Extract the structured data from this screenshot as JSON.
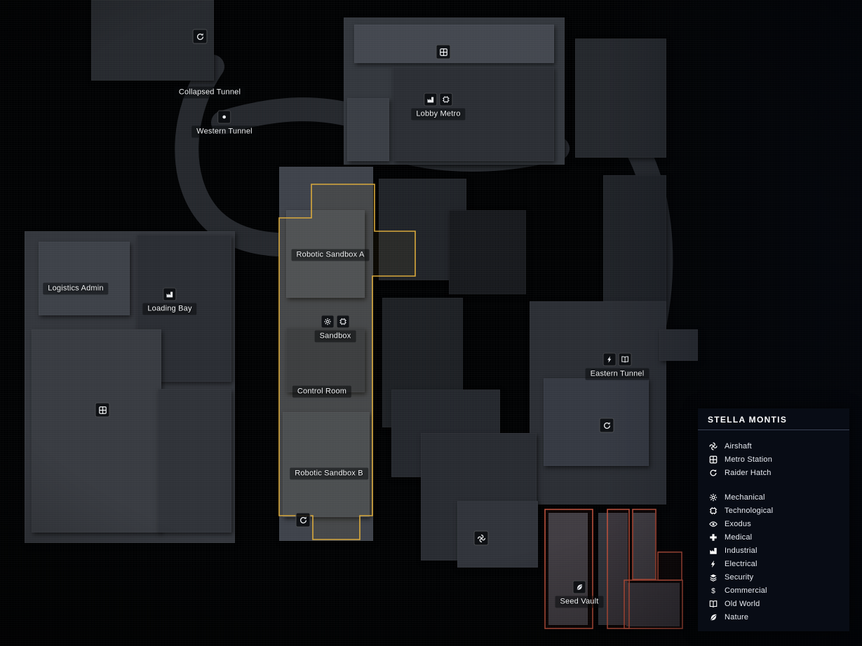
{
  "legend": {
    "title": "STELLA MONTIS",
    "markers": [
      {
        "icon": "fan-icon",
        "label": "Airshaft"
      },
      {
        "icon": "metro-grid-icon",
        "label": "Metro Station"
      },
      {
        "icon": "raider-hatch-icon",
        "label": "Raider Hatch"
      }
    ],
    "resources": [
      {
        "icon": "gear-icon",
        "label": "Mechanical"
      },
      {
        "icon": "tech-icon",
        "label": "Technological"
      },
      {
        "icon": "eye-icon",
        "label": "Exodus"
      },
      {
        "icon": "medical-cross-icon",
        "label": "Medical"
      },
      {
        "icon": "factory-icon",
        "label": "Industrial"
      },
      {
        "icon": "bolt-icon",
        "label": "Electrical"
      },
      {
        "icon": "layers-icon",
        "label": "Security"
      },
      {
        "icon": "dollar-icon",
        "label": "Commercial"
      },
      {
        "icon": "book-icon",
        "label": "Old World"
      },
      {
        "icon": "leaf-icon",
        "label": "Nature"
      }
    ]
  },
  "map": {
    "labels": [
      {
        "text": "Collapsed Tunnel",
        "icons": []
      },
      {
        "text": "Western Tunnel",
        "icons": [
          "dot-icon"
        ]
      },
      {
        "text": "Lobby Metro",
        "icons": [
          "factory-icon",
          "tech-icon"
        ]
      },
      {
        "text": "Logistics Admin",
        "icons": []
      },
      {
        "text": "Loading Bay",
        "icons": [
          "factory-icon"
        ]
      },
      {
        "text": "Robotic Sandbox A",
        "icons": []
      },
      {
        "text": "Sandbox",
        "icons": [
          "gear-icon",
          "tech-icon"
        ]
      },
      {
        "text": "Control Room",
        "icons": []
      },
      {
        "text": "Robotic Sandbox B",
        "icons": []
      },
      {
        "text": "Eastern Tunnel",
        "icons": [
          "bolt-icon",
          "book-icon"
        ]
      },
      {
        "text": "Seed Vault",
        "icons": [
          "leaf-icon"
        ]
      }
    ],
    "markers": [
      {
        "icon": "raider-hatch-icon"
      },
      {
        "icon": "metro-grid-icon"
      },
      {
        "icon": "metro-grid-icon"
      },
      {
        "icon": "raider-hatch-icon"
      },
      {
        "icon": "raider-hatch-icon"
      },
      {
        "icon": "fan-icon"
      }
    ],
    "zone_colors": {
      "highlight": "#d9a93c",
      "objective": "#c4543f"
    }
  }
}
